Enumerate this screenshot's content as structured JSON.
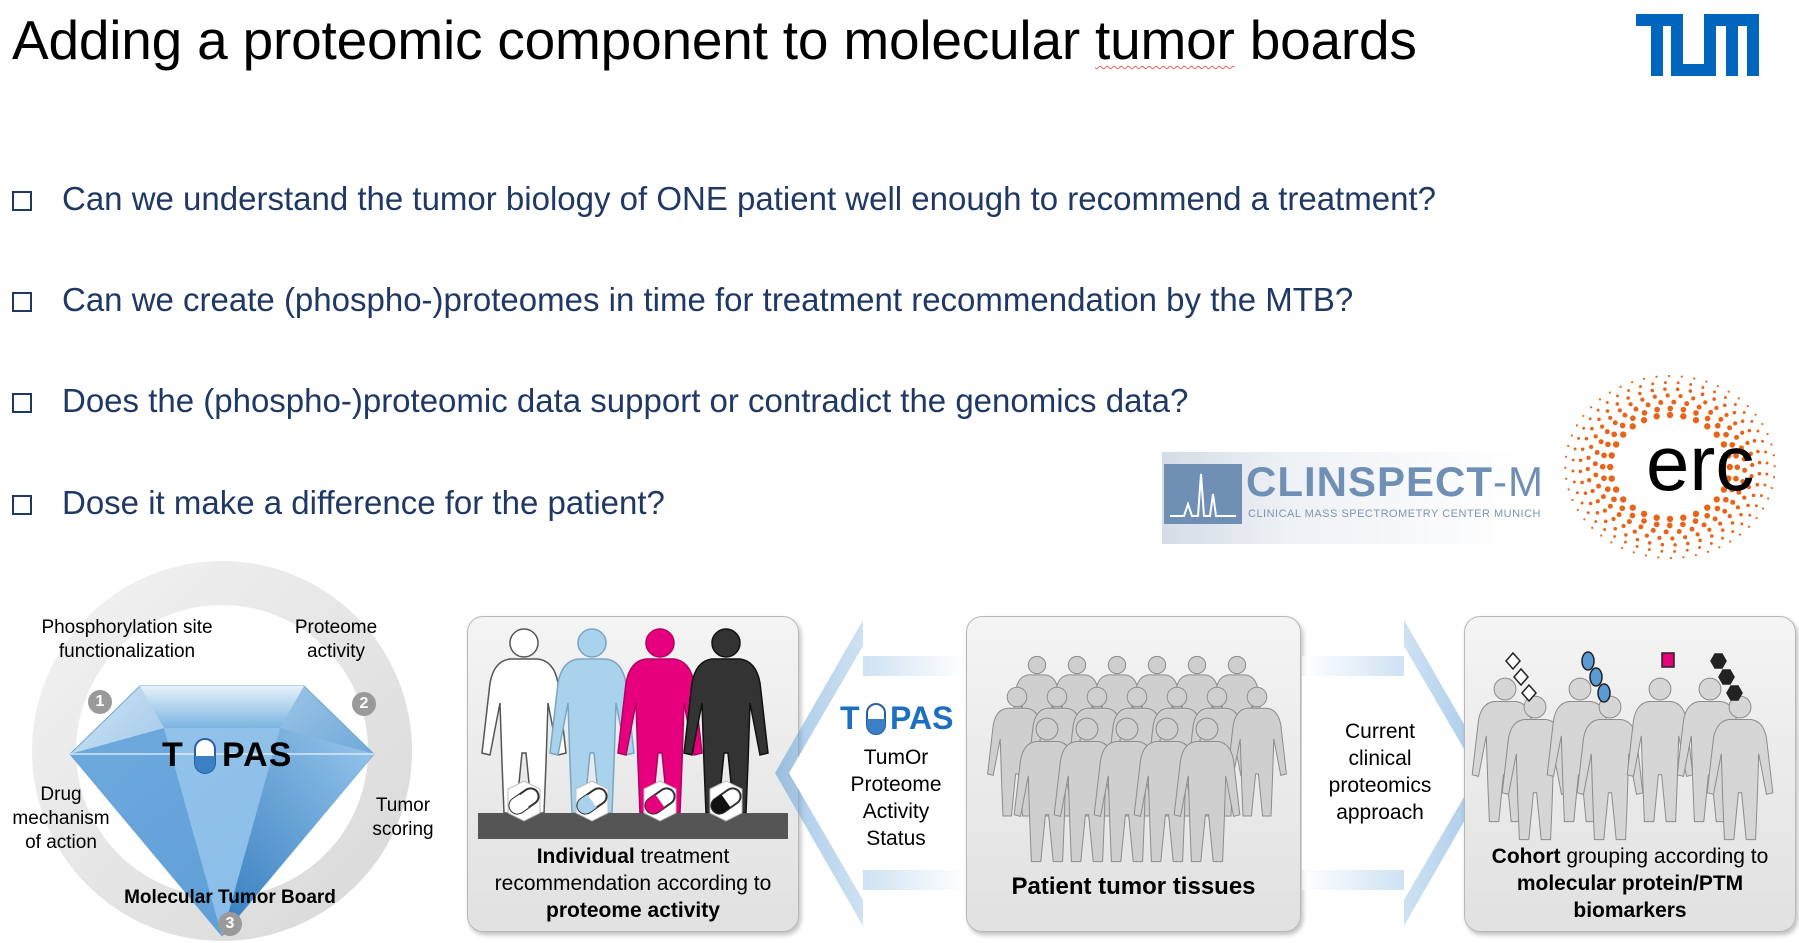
{
  "title": {
    "before": "Adding a proteomic component to molecular ",
    "underlined": "tumor",
    "after": " boards"
  },
  "questions": [
    "Can we understand the tumor biology of ONE patient well enough to recommend a treatment?",
    "Can we create (phospho-)proteomes in time for treatment recommendation by the MTB?",
    "Does the (phospho-)proteomic data support or contradict the genomics data?",
    "Dose it make a difference for the patient?"
  ],
  "logos": {
    "clinspect_name_1": "CLINSPECT",
    "clinspect_name_2": "-M",
    "clinspect_sub": "CLINICAL MASS SPECTROMETRY CENTER MUNICH",
    "erc": "erc"
  },
  "topas_cycle": {
    "label_phospho": "Phosphorylation site functionalization",
    "label_phospho_1": "Phosphorylation site",
    "label_phospho_2": "functionalization",
    "label_proteome_1": "Proteome",
    "label_proteome_2": "activity",
    "label_drug_1": "Drug",
    "label_drug_2": "mechanism",
    "label_drug_3": "of action",
    "label_tumor_1": "Tumor",
    "label_tumor_2": "scoring",
    "label_mtb": "Molecular Tumor Board",
    "num_1": "1",
    "num_2": "2",
    "num_3": "3",
    "topas_t": "T",
    "topas_rest": "PAS"
  },
  "panel_individual": {
    "line1_bold": "Individual",
    "line1_rest": " treatment",
    "line2": "recommendation according to",
    "line3_bold": "proteome activity"
  },
  "topas_arrow": {
    "t": "T",
    "rest": "PAS",
    "line1": "TumOr",
    "line2": "Proteome",
    "line3": "Activity",
    "line4": "Status"
  },
  "panel_patient": {
    "label": "Patient tumor tissues"
  },
  "current_arrow": {
    "line1": "Current",
    "line2": "clinical",
    "line3": "proteomics",
    "line4": "approach"
  },
  "panel_cohort": {
    "line1_bold": "Cohort",
    "line1_rest": " grouping according to",
    "line2_bold": "molecular protein/PTM",
    "line3_bold": "biomarkers"
  },
  "colors": {
    "question_text": "#1f3864",
    "tum_blue": "#0065bd",
    "erc_orange": "#e8641b",
    "figure_blue": "#a9d3ec",
    "figure_pink": "#e6007e",
    "figure_black": "#333333"
  }
}
